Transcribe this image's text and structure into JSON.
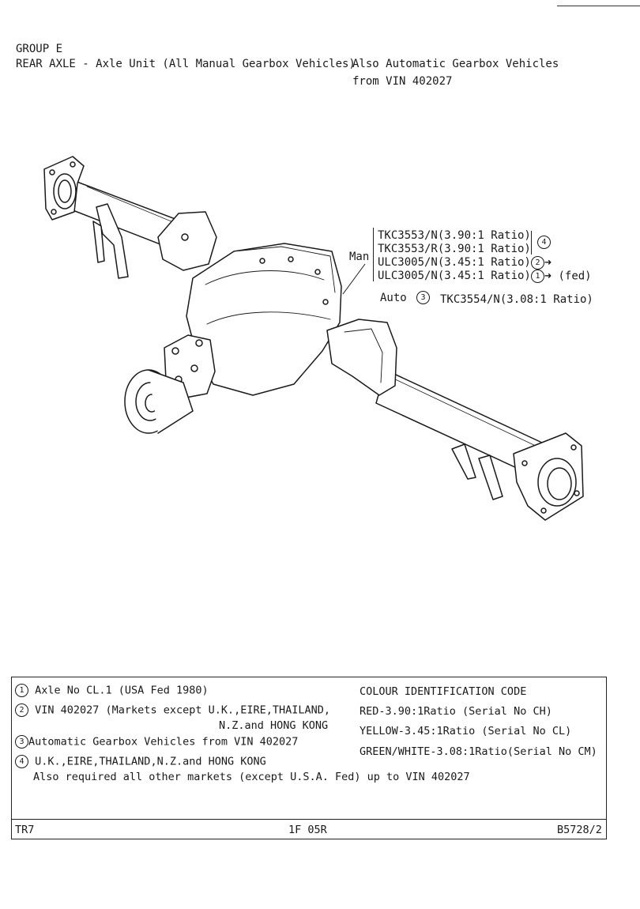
{
  "header": {
    "group": "GROUP E",
    "title": "REAR AXLE - Axle Unit (All Manual Gearbox Vehicles)",
    "title_also": "Also Automatic Gearbox Vehicles",
    "title_from": "from VIN 402027"
  },
  "callouts": {
    "man_label": "Man",
    "parts": [
      {
        "text": "TKC3553/N(3.90:1 Ratio)"
      },
      {
        "text": "TKC3553/R(3.90:1 Ratio)"
      },
      {
        "text": "ULC3005/N(3.45:1 Ratio)",
        "marker": "2"
      },
      {
        "text": "ULC3005/N(3.45:1 Ratio)",
        "marker": "1",
        "suffix": "(fed)"
      }
    ],
    "group_marker": "4",
    "auto_label": "Auto",
    "auto_marker": "3",
    "auto_part": "TKC3554/N(3.08:1 Ratio)"
  },
  "legend": {
    "notes": [
      {
        "marker": "1",
        "text": "Axle No CL.1 (USA Fed 1980)"
      },
      {
        "marker": "2",
        "text": "VIN 402027 (Markets except U.K.,EIRE,THAILAND,",
        "cont": "N.Z.and HONG KONG"
      },
      {
        "marker": "3",
        "text": "Automatic Gearbox Vehicles from VIN 402027"
      },
      {
        "marker": "4",
        "text": "U.K.,EIRE,THAILAND,N.Z.and HONG KONG",
        "cont": "Also required all other markets (except U.S.A. Fed) up to VIN 402027"
      }
    ],
    "colour_heading": "COLOUR IDENTIFICATION CODE",
    "colour_codes": [
      "RED-3.90:1Ratio (Serial No CH)",
      "YELLOW-3.45:1Ratio (Serial No CL)",
      "GREEN/WHITE-3.08:1Ratio(Serial No CM)"
    ],
    "footer": {
      "left": "TR7",
      "center": "1F 05R",
      "right": "B5728/2"
    }
  }
}
